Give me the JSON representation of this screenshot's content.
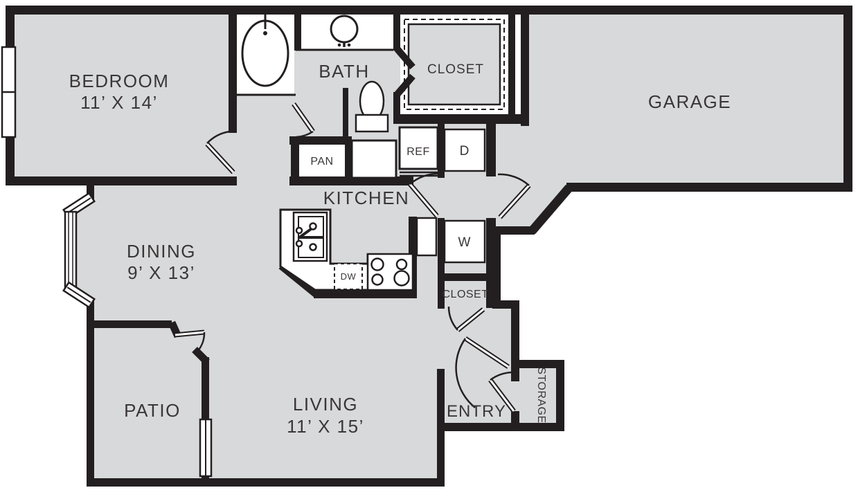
{
  "floorplan": {
    "rooms": {
      "bedroom": {
        "label": "BEDROOM",
        "dims": "11’ X 14’"
      },
      "bath": {
        "label": "BATH"
      },
      "bedroom_closet": {
        "label": "CLOSET"
      },
      "garage": {
        "label": "GARAGE"
      },
      "kitchen": {
        "label": "KITCHEN"
      },
      "dining": {
        "label": "DINING",
        "dims": "9’ X 13’"
      },
      "hall_closet": {
        "label": "CLOSET"
      },
      "patio": {
        "label": "PATIO"
      },
      "living": {
        "label": "LIVING",
        "dims": "11’ X 15’"
      },
      "entry": {
        "label": "ENTRY"
      },
      "storage": {
        "label": "STORAGE"
      }
    },
    "appliances": {
      "pantry": "PAN",
      "refrigerator": "REF",
      "dryer": "D",
      "washer": "W",
      "dishwasher": "DW"
    },
    "colors": {
      "background": "#ffffff",
      "floor": "#d8d9da",
      "wall": "#231f20",
      "label": "#3a3637"
    }
  }
}
